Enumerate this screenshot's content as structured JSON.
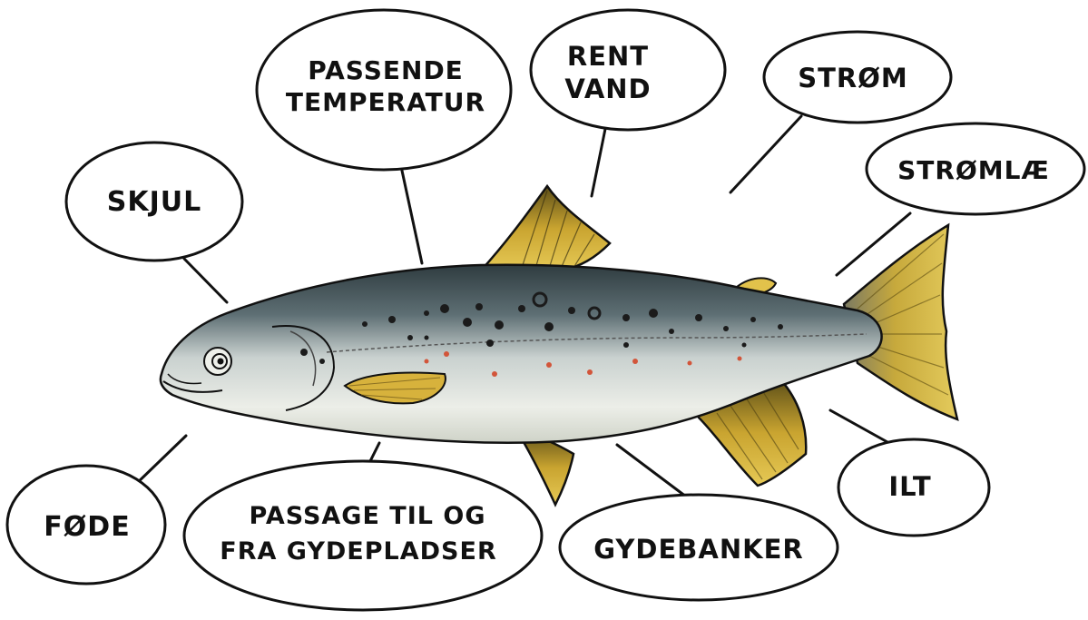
{
  "labels": {
    "skjul": "SKJUL",
    "temperatur_line1": "PASSENDE",
    "temperatur_line2": "TEMPERATUR",
    "vand_line1": "RENT",
    "vand_line2": "VAND",
    "strom": "STRØM",
    "stromlae": "STRØMLÆ",
    "ilt": "ILT",
    "gydebanker": "GYDEBANKER",
    "passage_line1": "PASSAGE TIL OG",
    "passage_line2": "FRA GYDEPLADSER",
    "fode": "FØDE"
  },
  "colors": {
    "ink": "#111111",
    "fin_yellow": "#d9b63a",
    "fin_dark": "#6b5a1c",
    "back_dark": "#3d4a4e",
    "body_light": "#dfe3df",
    "spot_black": "#1b1b1b",
    "spot_red": "#d2553a"
  }
}
